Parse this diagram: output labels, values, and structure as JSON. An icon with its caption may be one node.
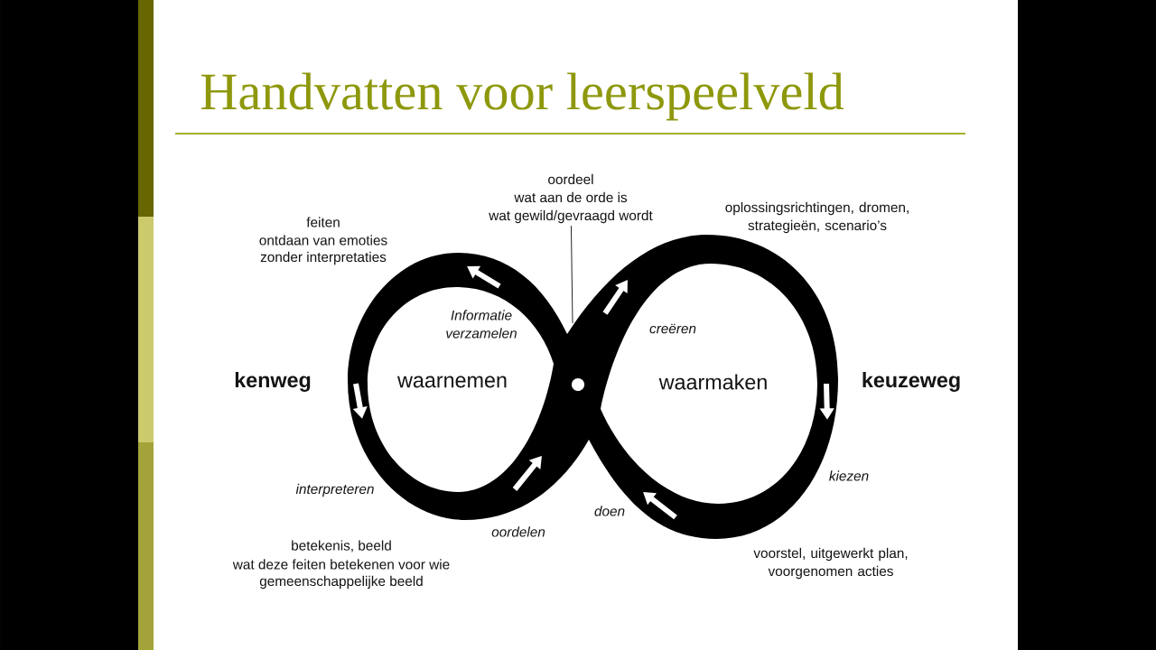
{
  "diagram": {
    "title": "Handvatten voor leerspeelveld",
    "nodes": [
      {
        "text": [
          "oordeel",
          "wat aan de orde is",
          "wat gewild/gevraagd wordt"
        ]
      },
      {
        "text": [],
        "shape": "picture"
      }
    ],
    "edges": [
      {
        "from": 0,
        "to": 1,
        "arrow": "none"
      }
    ],
    "labels": [
      "feiten",
      "ontdaan van emoties",
      "zonder interpretaties",
      "oplossingsrichtingen, dromen, strategieën, scenario’s",
      "Informatie verzamelen",
      "creëren",
      "kenweg",
      "waarnemen",
      "waarmaken",
      "keuzeweg",
      "interpreteren",
      "kiezen",
      "doen",
      "oordelen",
      "betekenis, beeld",
      "wat deze feiten betekenen voor wie",
      "gemeenschappelijke beeld",
      "voorstel, uitgewerkt plan, voorgenomen acties"
    ]
  }
}
